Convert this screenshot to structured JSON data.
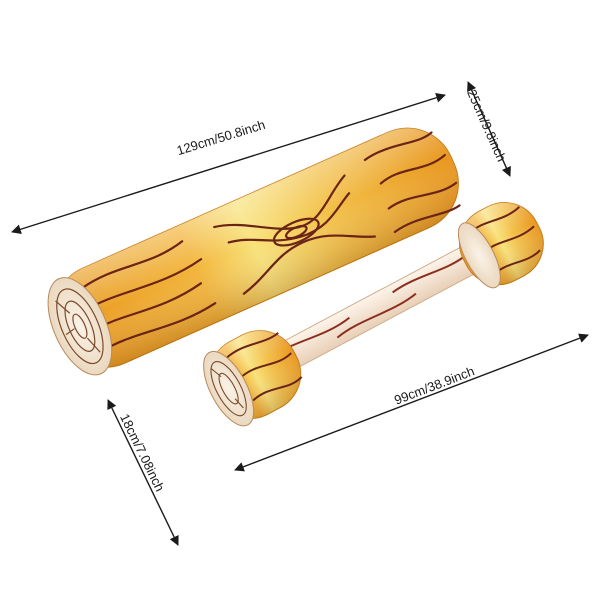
{
  "image": {
    "subject": "inflatable wood-grain log float and barbell-shaped jousting pole",
    "colors": {
      "background": "#ffffff",
      "wood_orange": "#f2a226",
      "wood_light": "#f7e27a",
      "grain_dark": "#6b2417",
      "end_cap": "#f3e6d4",
      "pole_cream": "#f6e4d2",
      "dimension_line": "#1a1a1a"
    }
  },
  "dimensions": {
    "log_length": "129cm/50.8inch",
    "log_diameter": "25cm/9.8inch",
    "pole_length": "99cm/38.9inch",
    "pole_end_diameter": "18cm/7.08inch"
  }
}
